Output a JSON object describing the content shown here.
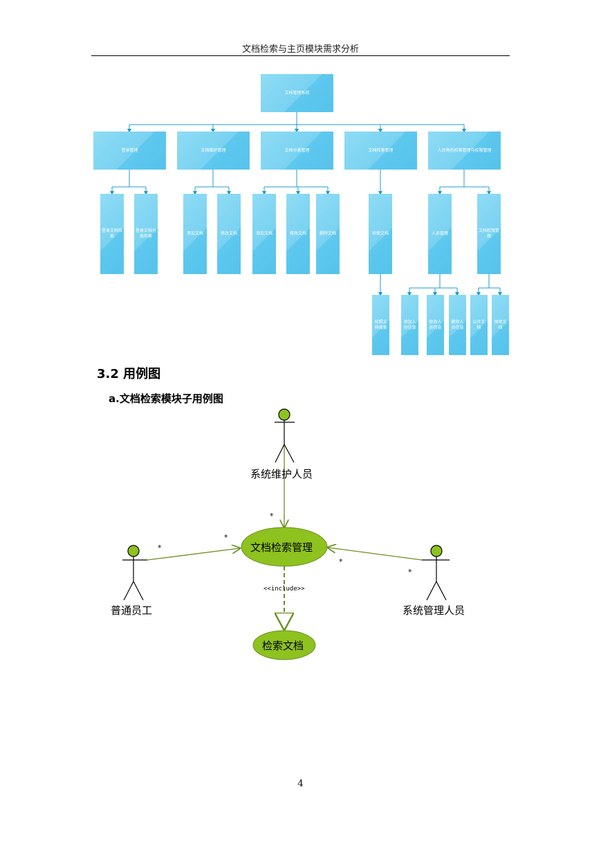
{
  "header": {
    "title": "文档检索与主页模块需求分析"
  },
  "tree": {
    "root": "文档管理系统",
    "level1": [
      "登录管理",
      "文档维护管理",
      "文档分类管理",
      "文档检索管理",
      "人员角色权限管理与权限管理"
    ],
    "login_children": [
      "登录文档检索",
      "登录文档分类检索"
    ],
    "maintain_children": [
      "添加文档",
      "修改文档"
    ],
    "category_children": [
      "添加文档",
      "修改文档",
      "删除文档"
    ],
    "search_children": [
      "检索文档"
    ],
    "role_children": [
      "人员管理",
      "文档权限管理"
    ],
    "search_grand": [
      "按照文档搜索"
    ],
    "people_grand": [
      "添加人员信息",
      "修改人员信息",
      "删除人员信息"
    ],
    "perm_grand": [
      "公开文档",
      "保密文档"
    ]
  },
  "section": {
    "title": "3.2 用例图",
    "subtitle": "a.文档检索模块子用例图"
  },
  "usecase": {
    "actor_top": "系统维护人员",
    "actor_left": "普通员工",
    "actor_right": "系统管理人员",
    "main_usecase": "文档检索管理",
    "sub_usecase": "检索文档",
    "include_label": "<<include>>",
    "mult": "*",
    "colors": {
      "ellipse": "#8dc21f",
      "line": "#6b8e23"
    }
  },
  "footer": {
    "page_number": "4"
  }
}
